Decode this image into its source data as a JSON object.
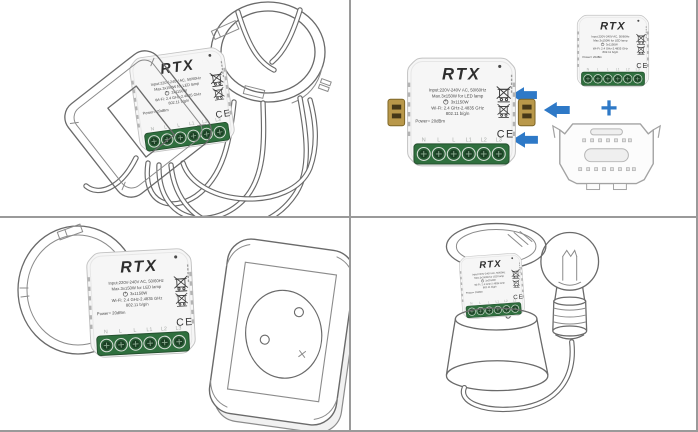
{
  "device_label": {
    "brand": "RTX",
    "spec_lines": [
      "Input:220V-240V AC, 50/60Hz",
      "Max.3x150W for LED lamp",
      "3x1150W",
      "Wi-Fi: 2.4 GHz-2.4835 GHz",
      "802.11 b/g/n",
      "Power= 20dBm"
    ],
    "ce_mark": "CE",
    "terminal_labels": [
      "N",
      "L",
      "L",
      "L1",
      "L2",
      "L3"
    ]
  },
  "annotations": {
    "plus_sign": "+"
  },
  "colors": {
    "arrow_blue": "#2e79c7",
    "plus_blue": "#2e79c7",
    "terminal_block_green": "#2f6f3e",
    "terminal_screw_dark_green": "#1b3f24",
    "mounting_tab_brass": "#b9984a",
    "module_body": "#f6f6f6",
    "line_art_gray": "#6a6a6a",
    "divider_gray": "#9a9a9a"
  }
}
